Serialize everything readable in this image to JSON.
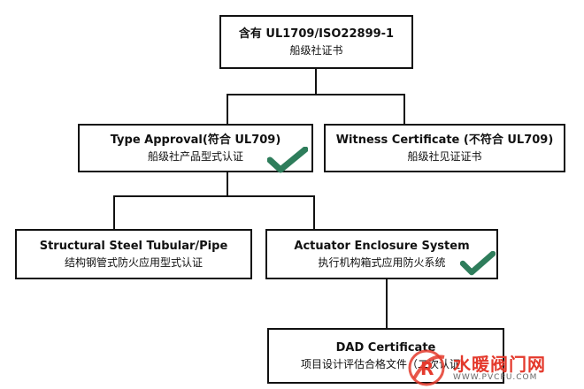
{
  "nodes": {
    "root": {
      "line1": "含有 UL1709/ISO22899-1",
      "line2": "船级社证书"
    },
    "type_approval": {
      "line1": "Type Approval(符合 UL709)",
      "line2": "船级社产品型式认证",
      "checked": true
    },
    "witness": {
      "line1": "Witness Certificate (不符合 UL709)",
      "line2": "船级社见证证书"
    },
    "structural_steel": {
      "line1": "Structural Steel Tubular/Pipe",
      "line2": "结构钢管式防火应用型式认证"
    },
    "actuator": {
      "line1": "Actuator Enclosure System",
      "line2": "执行机构箱式应用防火系统",
      "checked": true
    },
    "dad": {
      "line1": "DAD Certificate",
      "line2": "项目设计评估合格文件（二次认证）"
    }
  },
  "colors": {
    "check": "#2e7d5b",
    "line": "#111111",
    "watermark": "#e4392c"
  },
  "watermark": {
    "text": "水暖阀门网",
    "url": "WWW.PVCPU.COM"
  }
}
